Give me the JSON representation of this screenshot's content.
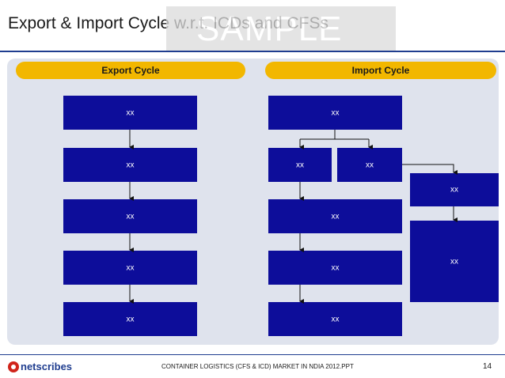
{
  "title": "Export & Import Cycle w.r.t. ICDs and CFSs",
  "watermark": "SAMPLE",
  "export": {
    "header": "Export Cycle",
    "boxes": [
      "xx",
      "xx",
      "xx",
      "xx",
      "xx"
    ]
  },
  "import": {
    "header": "Import Cycle",
    "top": "xx",
    "split_left": "xx",
    "split_right": "xx",
    "main": [
      "xx",
      "xx",
      "xx"
    ],
    "side": [
      "xx",
      "xx"
    ]
  },
  "footer": {
    "brand": "netscribes",
    "text": "CONTAINER LOGISTICS (CFS & ICD) MARKET IN NDIA 2012.PPT",
    "page": "14"
  },
  "colors": {
    "box": "#0d0d9a",
    "pill": "#f2b700",
    "panel": "#dfe3ed",
    "rule": "#1f3d8f"
  }
}
